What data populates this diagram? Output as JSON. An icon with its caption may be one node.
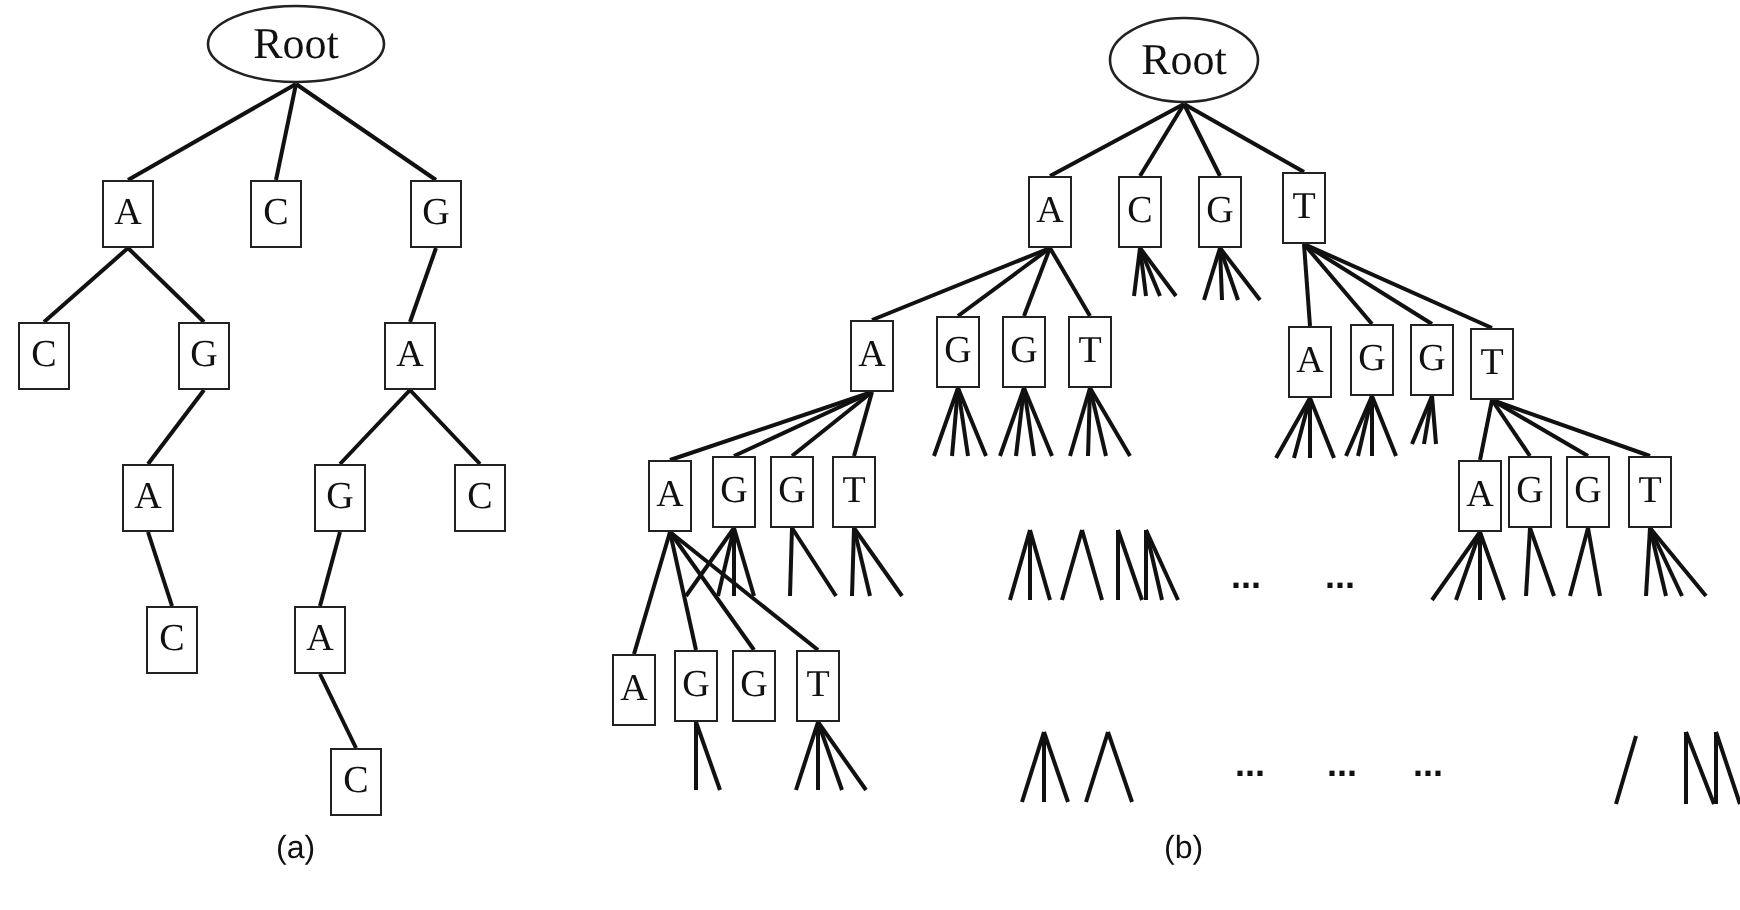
{
  "diagram": {
    "nodes": [
      {
        "text": [
          "Root"
        ]
      },
      {
        "text": [
          "A"
        ]
      },
      {
        "text": [
          "C"
        ]
      },
      {
        "text": [
          "G"
        ]
      },
      {
        "text": [
          "C"
        ]
      },
      {
        "text": [
          "G"
        ]
      },
      {
        "text": [
          "A"
        ]
      },
      {
        "text": [
          "A"
        ]
      },
      {
        "text": [
          "G"
        ]
      },
      {
        "text": [
          "C"
        ]
      },
      {
        "text": [
          "C"
        ]
      },
      {
        "text": [
          "A"
        ]
      },
      {
        "text": [
          "C"
        ]
      },
      {
        "text": [
          "Root"
        ]
      },
      {
        "text": [
          "A"
        ]
      },
      {
        "text": [
          "C"
        ]
      },
      {
        "text": [
          "G"
        ]
      },
      {
        "text": [
          "T"
        ]
      },
      {
        "text": [
          "A"
        ]
      },
      {
        "text": [
          "G"
        ]
      },
      {
        "text": [
          "G"
        ]
      },
      {
        "text": [
          "T"
        ]
      },
      {
        "text": [
          "A"
        ]
      },
      {
        "text": [
          "G"
        ]
      },
      {
        "text": [
          "G"
        ]
      },
      {
        "text": [
          "T"
        ]
      },
      {
        "text": [
          "A"
        ]
      },
      {
        "text": [
          "G"
        ]
      },
      {
        "text": [
          "G"
        ]
      },
      {
        "text": [
          "T"
        ]
      },
      {
        "text": [
          "A"
        ]
      },
      {
        "text": [
          "G"
        ]
      },
      {
        "text": [
          "G"
        ]
      },
      {
        "text": [
          "T"
        ]
      },
      {
        "text": [
          "A"
        ]
      },
      {
        "text": [
          "G"
        ]
      },
      {
        "text": [
          "G"
        ]
      },
      {
        "text": [
          "T"
        ]
      }
    ],
    "edges": [
      {
        "from": 0,
        "to": 1,
        "arrow": "none"
      },
      {
        "from": 0,
        "to": 2,
        "arrow": "none"
      },
      {
        "from": 0,
        "to": 3,
        "arrow": "none"
      },
      {
        "from": 1,
        "to": 4,
        "arrow": "none"
      },
      {
        "from": 1,
        "to": 5,
        "arrow": "none"
      },
      {
        "from": 3,
        "to": 6,
        "arrow": "none"
      },
      {
        "from": 5,
        "to": 7,
        "arrow": "none"
      },
      {
        "from": 6,
        "to": 8,
        "arrow": "none"
      },
      {
        "from": 6,
        "to": 9,
        "arrow": "none"
      },
      {
        "from": 7,
        "to": 10,
        "arrow": "none"
      },
      {
        "from": 8,
        "to": 11,
        "arrow": "none"
      },
      {
        "from": 11,
        "to": 12,
        "arrow": "none"
      },
      {
        "from": 13,
        "to": 14,
        "arrow": "none"
      },
      {
        "from": 13,
        "to": 15,
        "arrow": "none"
      },
      {
        "from": 13,
        "to": 16,
        "arrow": "none"
      },
      {
        "from": 13,
        "to": 17,
        "arrow": "none"
      },
      {
        "from": 14,
        "to": 18,
        "arrow": "none"
      },
      {
        "from": 14,
        "to": 19,
        "arrow": "none"
      },
      {
        "from": 14,
        "to": 20,
        "arrow": "none"
      },
      {
        "from": 14,
        "to": 21,
        "arrow": "none"
      },
      {
        "from": 17,
        "to": 22,
        "arrow": "none"
      },
      {
        "from": 17,
        "to": 23,
        "arrow": "none"
      },
      {
        "from": 17,
        "to": 24,
        "arrow": "none"
      },
      {
        "from": 17,
        "to": 25,
        "arrow": "none"
      },
      {
        "from": 18,
        "to": 26,
        "arrow": "none"
      },
      {
        "from": 18,
        "to": 27,
        "arrow": "none"
      },
      {
        "from": 18,
        "to": 28,
        "arrow": "none"
      },
      {
        "from": 18,
        "to": 29,
        "arrow": "none"
      },
      {
        "from": 25,
        "to": 30,
        "arrow": "none"
      },
      {
        "from": 25,
        "to": 31,
        "arrow": "none"
      },
      {
        "from": 25,
        "to": 32,
        "arrow": "none"
      },
      {
        "from": 25,
        "to": 33,
        "arrow": "none"
      },
      {
        "from": 26,
        "to": 34,
        "arrow": "none"
      },
      {
        "from": 26,
        "to": 35,
        "arrow": "none"
      },
      {
        "from": 26,
        "to": 36,
        "arrow": "none"
      },
      {
        "from": 26,
        "to": 37,
        "arrow": "none"
      },
      {
        "from": 15,
        "to": null,
        "arrow": "none"
      },
      {
        "from": 15,
        "to": null,
        "arrow": "none"
      },
      {
        "from": 15,
        "to": null,
        "arrow": "none"
      },
      {
        "from": 15,
        "to": null,
        "arrow": "none"
      },
      {
        "from": 16,
        "to": null,
        "arrow": "none"
      },
      {
        "from": 16,
        "to": null,
        "arrow": "none"
      },
      {
        "from": 16,
        "to": null,
        "arrow": "none"
      },
      {
        "from": 16,
        "to": null,
        "arrow": "none"
      },
      {
        "from": 19,
        "to": null,
        "arrow": "none"
      },
      {
        "from": 19,
        "to": null,
        "arrow": "none"
      },
      {
        "from": 19,
        "to": null,
        "arrow": "none"
      },
      {
        "from": 19,
        "to": null,
        "arrow": "none"
      },
      {
        "from": 20,
        "to": null,
        "arrow": "none"
      },
      {
        "from": 20,
        "to": null,
        "arrow": "none"
      },
      {
        "from": 20,
        "to": null,
        "arrow": "none"
      },
      {
        "from": 20,
        "to": null,
        "arrow": "none"
      },
      {
        "from": 21,
        "to": null,
        "arrow": "none"
      },
      {
        "from": 21,
        "to": null,
        "arrow": "none"
      },
      {
        "from": 21,
        "to": null,
        "arrow": "none"
      },
      {
        "from": 21,
        "to": null,
        "arrow": "none"
      },
      {
        "from": 22,
        "to": null,
        "arrow": "none"
      },
      {
        "from": 22,
        "to": null,
        "arrow": "none"
      },
      {
        "from": 22,
        "to": null,
        "arrow": "none"
      },
      {
        "from": 22,
        "to": null,
        "arrow": "none"
      },
      {
        "from": 23,
        "to": null,
        "arrow": "none"
      },
      {
        "from": 23,
        "to": null,
        "arrow": "none"
      },
      {
        "from": 23,
        "to": null,
        "arrow": "none"
      },
      {
        "from": 23,
        "to": null,
        "arrow": "none"
      },
      {
        "from": 24,
        "to": null,
        "arrow": "none"
      },
      {
        "from": 24,
        "to": null,
        "arrow": "none"
      },
      {
        "from": 24,
        "to": null,
        "arrow": "none"
      },
      {
        "from": 27,
        "to": null,
        "arrow": "none"
      },
      {
        "from": 27,
        "to": null,
        "arrow": "none"
      },
      {
        "from": 27,
        "to": null,
        "arrow": "none"
      },
      {
        "from": 27,
        "to": null,
        "arrow": "none"
      },
      {
        "from": 28,
        "to": null,
        "arrow": "none"
      },
      {
        "from": 28,
        "to": null,
        "arrow": "none"
      },
      {
        "from": 29,
        "to": null,
        "arrow": "none"
      },
      {
        "from": 29,
        "to": null,
        "arrow": "none"
      },
      {
        "from": 29,
        "to": null,
        "arrow": "none"
      },
      {
        "from": 30,
        "to": null,
        "arrow": "none"
      },
      {
        "from": 30,
        "to": null,
        "arrow": "none"
      },
      {
        "from": 30,
        "to": null,
        "arrow": "none"
      },
      {
        "from": 30,
        "to": null,
        "arrow": "none"
      },
      {
        "from": 31,
        "to": null,
        "arrow": "none"
      },
      {
        "from": 31,
        "to": null,
        "arrow": "none"
      },
      {
        "from": 32,
        "to": null,
        "arrow": "none"
      },
      {
        "from": 32,
        "to": null,
        "arrow": "none"
      },
      {
        "from": 33,
        "to": null,
        "arrow": "none"
      },
      {
        "from": 33,
        "to": null,
        "arrow": "none"
      },
      {
        "from": 33,
        "to": null,
        "arrow": "none"
      },
      {
        "from": 33,
        "to": null,
        "arrow": "none"
      },
      {
        "from": 35,
        "to": null,
        "arrow": "none"
      },
      {
        "from": 35,
        "to": null,
        "arrow": "none"
      },
      {
        "from": 37,
        "to": null,
        "arrow": "none"
      },
      {
        "from": 37,
        "to": null,
        "arrow": "none"
      },
      {
        "from": 37,
        "to": null,
        "arrow": "none"
      },
      {
        "from": 37,
        "to": null,
        "arrow": "none"
      }
    ],
    "labels": [
      "...",
      "...",
      "...",
      "...",
      "...",
      "(a)",
      "(b)"
    ]
  }
}
